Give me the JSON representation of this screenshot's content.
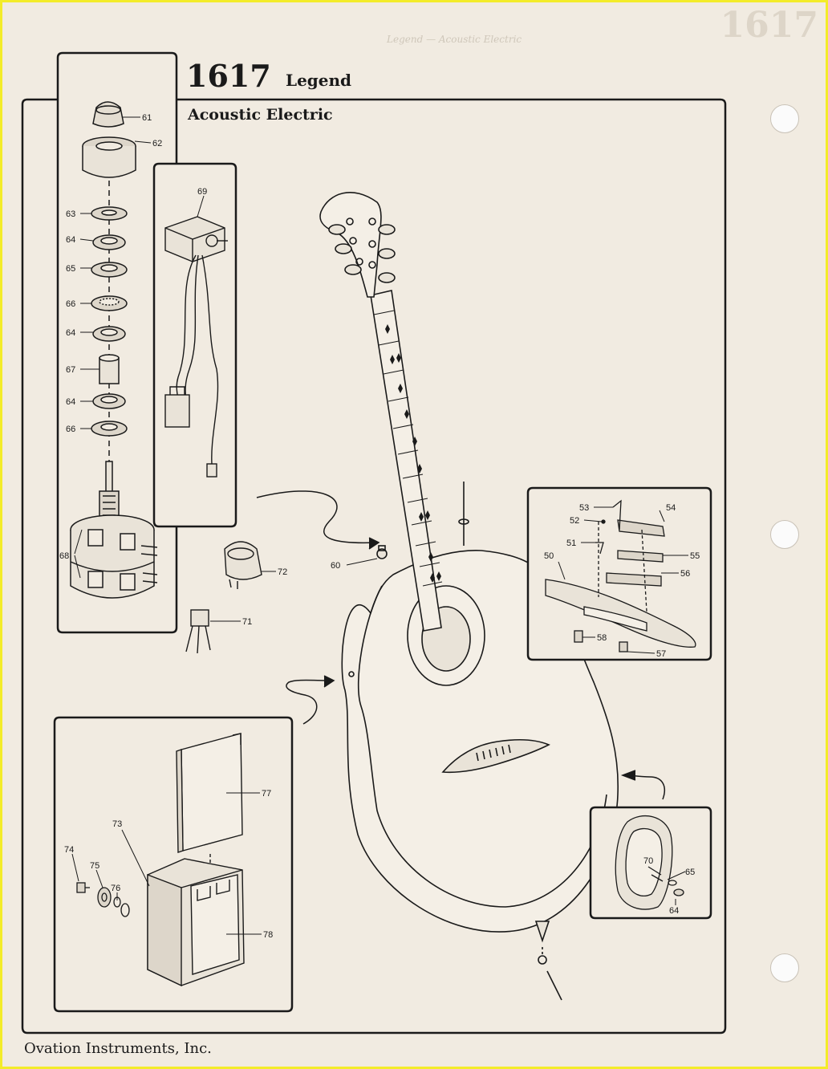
{
  "ghost_header": "1617",
  "ghost_subtitle": "Legend — Acoustic Electric",
  "title": {
    "number": "1617",
    "word": "Legend",
    "subtitle": "Acoustic Electric"
  },
  "footer": "Ovation Instruments, Inc.",
  "part_labels": [
    "61",
    "62",
    "63",
    "64",
    "65",
    "66",
    "64",
    "67",
    "64",
    "66",
    "68",
    "69",
    "72",
    "71",
    "60",
    "53",
    "54",
    "52",
    "51",
    "55",
    "50",
    "56",
    "58",
    "57",
    "70",
    "65",
    "64",
    "77",
    "73",
    "74",
    "75",
    "76",
    "78"
  ]
}
